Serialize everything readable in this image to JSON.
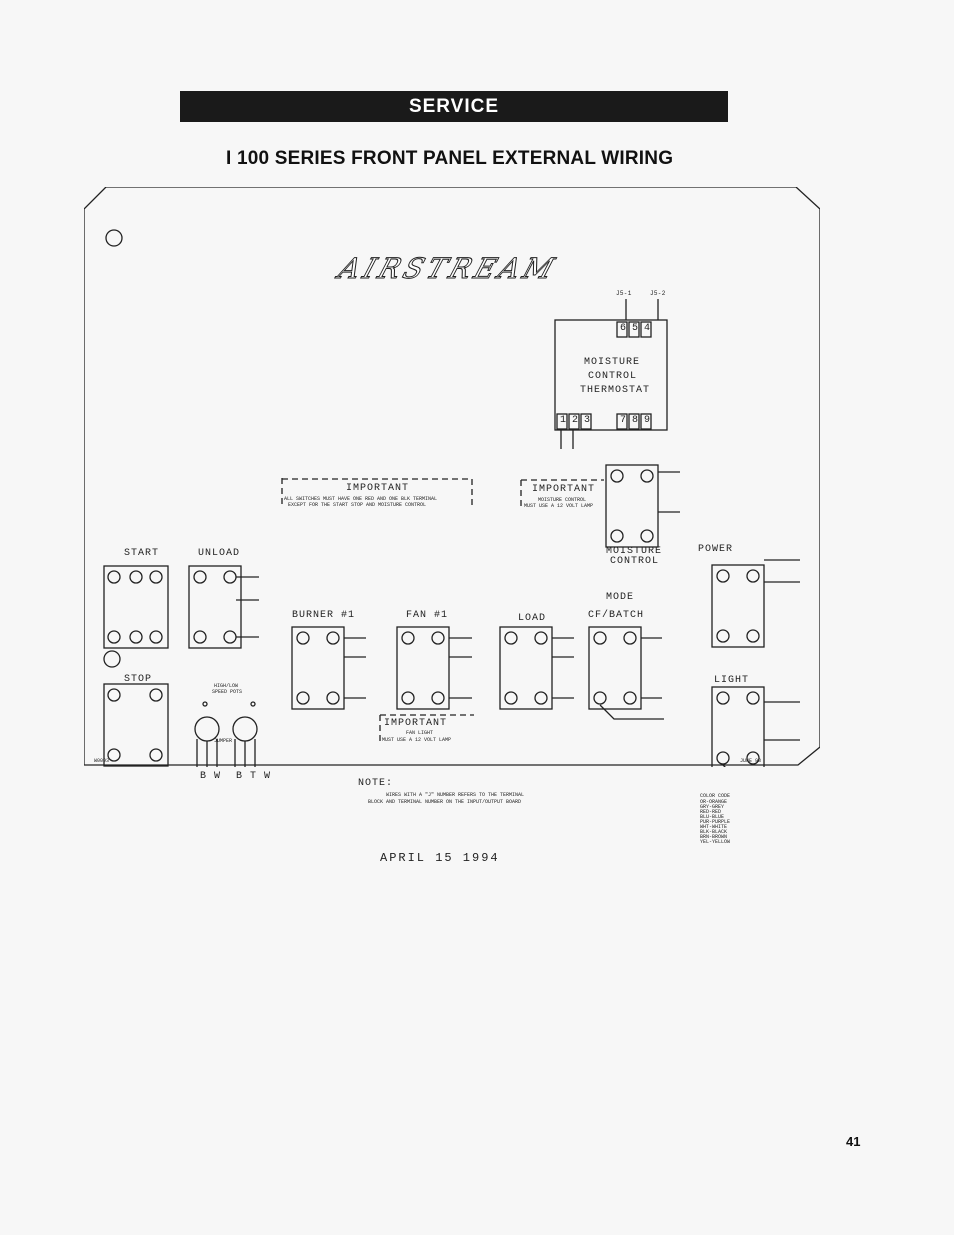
{
  "header": {
    "banner": "SERVICE",
    "title": "I 100 SERIES FRONT PANEL EXTERNAL WIRING"
  },
  "diagram": {
    "logo": "AIRSTREAM",
    "thermostat": {
      "label_line1": "MOISTURE",
      "label_line2": "CONTROL",
      "label_line3": "THERMOSTAT",
      "top_terminals": [
        "6",
        "5",
        "4"
      ],
      "bottom_terminals": [
        "1",
        "2",
        "3",
        "7",
        "8",
        "9"
      ],
      "top_wire_a": "J5-1",
      "top_wire_b": "J5-2"
    },
    "important_main": {
      "title": "IMPORTANT",
      "line1": "ALL SWITCHES MUST HAVE ONE RED AND ONE BLK TERMINAL",
      "line2": "EXCEPT FOR THE START STOP AND MOISTURE CONTROL"
    },
    "important_moisture": {
      "title": "IMPORTANT",
      "line1": "MOISTURE CONTROL",
      "line2": "MUST USE A 12 VOLT LAMP"
    },
    "important_fan": {
      "title": "IMPORTANT",
      "line1": "FAN LIGHT",
      "line2": "MUST USE A 12 VOLT LAMP"
    },
    "switches": {
      "start": "START",
      "unload": "UNLOAD",
      "stop": "STOP",
      "moisture_control_1": "MOISTURE",
      "moisture_control_2": "CONTROL",
      "power": "POWER",
      "burner": "BURNER #1",
      "fan": "FAN #1",
      "load": "LOAD",
      "mode_1": "MODE",
      "mode_2": "CF/BATCH",
      "light": "LIGHT"
    },
    "pots": {
      "title_1": "HIGH/LOW",
      "title_2": "SPEED POTS",
      "jumper": "JUMPER",
      "left": "B  W",
      "right": "B T W"
    },
    "note": {
      "title": "NOTE:",
      "line1": "WIRES WITH A \"J\" NUMBER REFERS TO THE TERMINAL",
      "line2": "BLOCK AND TERMINAL NUMBER ON THE INPUT/OUTPUT BOARD"
    },
    "color_code": {
      "title": "COLOR CODE",
      "items": [
        "OR-ORANGE",
        "GRY-GREY",
        "RED-RED",
        "BLU-BLUE",
        "PUR-PURPLE",
        "WHT-WHITE",
        "BLK-BLACK",
        "BRN-BROWN",
        "YEL-YELLOW"
      ]
    },
    "date": "APRIL 15 1994",
    "revision": "JUNE 93",
    "drawing_number": "W0093"
  },
  "page": {
    "number": "41"
  }
}
